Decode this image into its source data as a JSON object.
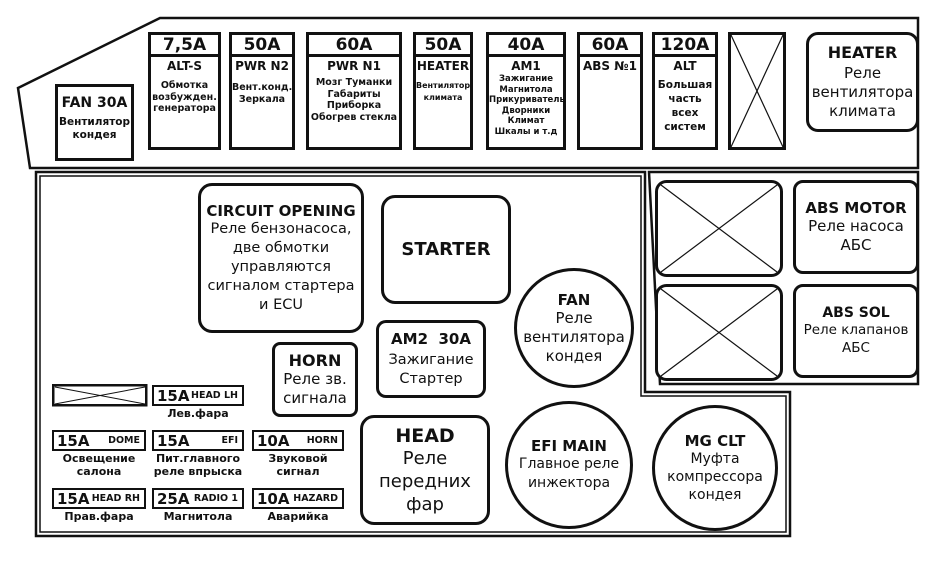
{
  "top_row": {
    "fan30a": {
      "title": "FAN 30A",
      "desc": "Вентилятор кондея"
    },
    "fuses": [
      {
        "amp": "7,5A",
        "code": "ALT-S",
        "desc": "Обмотка возбужден. генератора"
      },
      {
        "amp": "50A",
        "code": "PWR N2",
        "desc": "Вент.конд. Зеркала"
      },
      {
        "amp": "60A",
        "code": "PWR N1",
        "desc": "Мозг Туманки Габариты Приборка Обогрев стекла"
      },
      {
        "amp": "50A",
        "code": "HEATER",
        "desc": "Вентилятор климата"
      },
      {
        "amp": "40A",
        "code": "AM1",
        "desc": "Зажигание Магнитола Прикуриватель Дворники Климат Шкалы и т.д"
      },
      {
        "amp": "60A",
        "code": "ABS №1",
        "desc": ""
      },
      {
        "amp": "120A",
        "code": "ALT",
        "desc": "Большая часть всех систем"
      }
    ],
    "heater_relay": {
      "title": "HEATER",
      "desc": "Реле вентилятора климата"
    }
  },
  "relays": {
    "circuit_opening": {
      "title": "CIRCUIT OPENING",
      "desc": "Реле бензонасоса, две обмотки управляются сигналом стартера и ECU"
    },
    "starter": {
      "title": "STARTER"
    },
    "fan": {
      "title": "FAN",
      "desc": "Реле вентилятора кондея"
    },
    "am2": {
      "title": "AM2  30A",
      "desc": "Зажигание Стартер"
    },
    "horn": {
      "title": "HORN",
      "desc": "Реле зв. сигнала"
    },
    "head": {
      "title": "HEAD",
      "desc": "Реле передних фар"
    },
    "efi_main": {
      "title": "EFI MAIN",
      "desc": "Главное реле инжектора"
    },
    "mg_clt": {
      "title": "MG CLT",
      "desc": "Муфта компрессора кондея"
    },
    "abs_motor": {
      "title": "ABS MOTOR",
      "desc": "Реле насоса АБС"
    },
    "abs_sol": {
      "title": "ABS SOL",
      "desc": "Реле клапанов АБС"
    }
  },
  "small_fuses": [
    {
      "amp": "15A",
      "name": "HEAD LH",
      "caption": "Лев.фара"
    },
    {
      "amp": "15A",
      "name": "DOME",
      "caption": "Освещение салона"
    },
    {
      "amp": "15A",
      "name": "EFI",
      "caption": "Пит.главного реле впрыска"
    },
    {
      "amp": "10A",
      "name": "HORN",
      "caption": "Звуковой сигнал"
    },
    {
      "amp": "15A",
      "name": "HEAD RH",
      "caption": "Прав.фара"
    },
    {
      "amp": "25A",
      "name": "RADIO 1",
      "caption": "Магнитола"
    },
    {
      "amp": "10A",
      "name": "HAZARD",
      "caption": "Аварийка"
    }
  ]
}
